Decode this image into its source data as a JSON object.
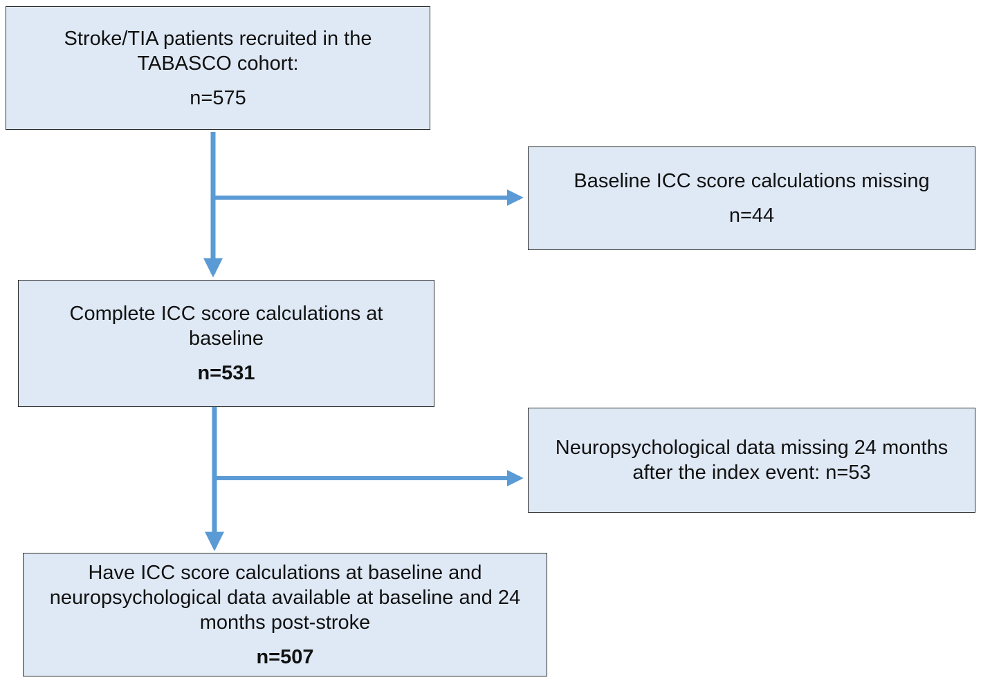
{
  "flowchart": {
    "accent_color": "#5b9bd5",
    "box_fill": "#dfe9f5",
    "boxes": {
      "recruited": {
        "lines": [
          "Stroke/TIA patients recruited in the",
          "TABASCO cohort:"
        ],
        "count": "n=575"
      },
      "missing_icc": {
        "lines": [
          "Baseline ICC score calculations missing"
        ],
        "count": "n=44"
      },
      "complete": {
        "lines": [
          "Complete ICC score calculations at",
          "baseline"
        ],
        "count": "n=531"
      },
      "missing_neuro": {
        "lines": [
          "Neuropsychological data missing 24 months",
          "after the index event: n=53"
        ]
      },
      "final": {
        "lines": [
          "Have ICC score calculations at baseline and",
          "neuropsychological data available at baseline and 24",
          "months post-stroke"
        ],
        "count": "n=507"
      }
    }
  }
}
